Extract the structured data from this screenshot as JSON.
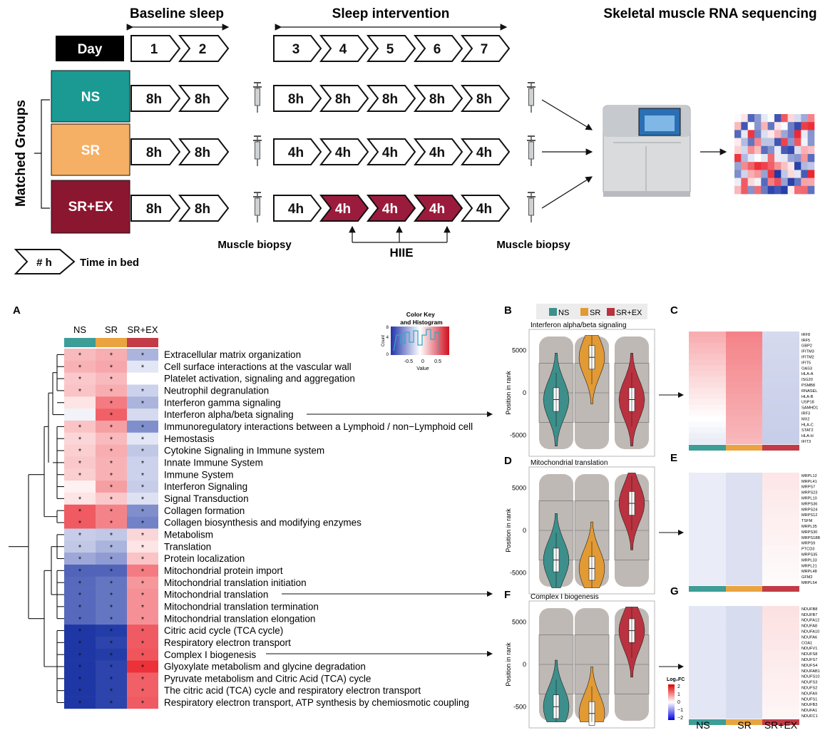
{
  "study_design": {
    "headers": {
      "baseline": "Baseline sleep",
      "intervention": "Sleep intervention",
      "sequencing": "Skeletal muscle RNA sequencing"
    },
    "day_label": "Day",
    "days_baseline": [
      "1",
      "2"
    ],
    "days_intervention": [
      "3",
      "4",
      "5",
      "6",
      "7"
    ],
    "side_label": "Matched Groups",
    "groups": [
      {
        "name": "NS",
        "color": "#1a9a93",
        "baseline": [
          "8h",
          "8h"
        ],
        "intervention": [
          "8h",
          "8h",
          "8h",
          "8h",
          "8h"
        ],
        "hiie": [
          false,
          false,
          false,
          false,
          false
        ]
      },
      {
        "name": "SR",
        "color": "#f5b065",
        "baseline": [
          "8h",
          "8h"
        ],
        "intervention": [
          "4h",
          "4h",
          "4h",
          "4h",
          "4h"
        ],
        "hiie": [
          false,
          false,
          false,
          false,
          false
        ]
      },
      {
        "name": "SR+EX",
        "color": "#8b1630",
        "baseline": [
          "8h",
          "8h"
        ],
        "intervention": [
          "4h",
          "4h",
          "4h",
          "4h",
          "4h"
        ],
        "hiie": [
          false,
          true,
          true,
          true,
          false
        ]
      }
    ],
    "biopsy_label": "Muscle biopsy",
    "hiie_label": "HIIE",
    "legend_arrow": "# h",
    "legend_text": "Time in bed"
  },
  "panel_a": {
    "letter": "A",
    "columns": [
      "NS",
      "SR",
      "SR+EX"
    ],
    "column_colors": [
      "#3d9d97",
      "#e9a441",
      "#c23b47"
    ],
    "color_key": {
      "title": "Color Key\nand Histogram",
      "ylabel": "Count",
      "xlabel": "Value",
      "ticks": [
        "-0.5",
        "0",
        "0.5"
      ]
    },
    "rows": [
      {
        "label": "Extracellular matrix organization",
        "values": [
          0.25,
          0.3,
          -0.3
        ],
        "stars": [
          true,
          true,
          true
        ]
      },
      {
        "label": "Cell surface interactions at the vascular wall",
        "values": [
          0.28,
          0.32,
          -0.1
        ],
        "stars": [
          true,
          true,
          true
        ]
      },
      {
        "label": "Platelet activation, signaling and aggregation",
        "values": [
          0.2,
          0.25,
          0.0
        ],
        "stars": [
          true,
          true,
          false
        ]
      },
      {
        "label": "Neutrophil degranulation",
        "values": [
          0.22,
          0.3,
          -0.18
        ],
        "stars": [
          true,
          true,
          true
        ]
      },
      {
        "label": "Interferon gamma signaling",
        "values": [
          0.1,
          0.48,
          -0.3
        ],
        "stars": [
          false,
          true,
          true
        ]
      },
      {
        "label": "Interferon alpha/beta signaling",
        "values": [
          -0.05,
          0.58,
          -0.15
        ],
        "stars": [
          false,
          true,
          false
        ]
      },
      {
        "label": "Immunoregulatory interactions between a Lymphoid / non−Lymphoid cell",
        "values": [
          0.22,
          0.35,
          -0.45
        ],
        "stars": [
          true,
          true,
          true
        ]
      },
      {
        "label": "Hemostasis",
        "values": [
          0.15,
          0.25,
          -0.1
        ],
        "stars": [
          true,
          true,
          true
        ]
      },
      {
        "label": "Cytokine Signaling in Immune system",
        "values": [
          0.18,
          0.3,
          -0.22
        ],
        "stars": [
          true,
          true,
          true
        ]
      },
      {
        "label": "Innate Immune System",
        "values": [
          0.2,
          0.28,
          -0.18
        ],
        "stars": [
          true,
          true,
          true
        ]
      },
      {
        "label": "Immune System",
        "values": [
          0.18,
          0.28,
          -0.18
        ],
        "stars": [
          true,
          true,
          true
        ]
      },
      {
        "label": "Interferon Signaling",
        "values": [
          0.05,
          0.35,
          -0.2
        ],
        "stars": [
          false,
          true,
          true
        ]
      },
      {
        "label": "Signal Transduction",
        "values": [
          0.1,
          0.2,
          -0.12
        ],
        "stars": [
          true,
          true,
          true
        ]
      },
      {
        "label": "Collagen formation",
        "values": [
          0.6,
          0.45,
          -0.45
        ],
        "stars": [
          true,
          true,
          true
        ]
      },
      {
        "label": "Collagen biosynthesis and modifying enzymes",
        "values": [
          0.6,
          0.45,
          -0.5
        ],
        "stars": [
          true,
          true,
          true
        ]
      },
      {
        "label": "Metabolism",
        "values": [
          -0.2,
          -0.22,
          0.15
        ],
        "stars": [
          true,
          true,
          true
        ]
      },
      {
        "label": "Translation",
        "values": [
          -0.22,
          -0.3,
          0.1
        ],
        "stars": [
          true,
          true,
          true
        ]
      },
      {
        "label": "Protein localization",
        "values": [
          -0.35,
          -0.4,
          0.22
        ],
        "stars": [
          true,
          true,
          true
        ]
      },
      {
        "label": "Mitochondrial protein import",
        "values": [
          -0.62,
          -0.62,
          0.48
        ],
        "stars": [
          true,
          true,
          true
        ]
      },
      {
        "label": "Mitochondrial translation initiation",
        "values": [
          -0.6,
          -0.55,
          0.38
        ],
        "stars": [
          true,
          true,
          true
        ]
      },
      {
        "label": "Mitochondrial translation",
        "values": [
          -0.6,
          -0.55,
          0.4
        ],
        "stars": [
          true,
          true,
          true
        ]
      },
      {
        "label": "Mitochondrial translation termination",
        "values": [
          -0.6,
          -0.55,
          0.4
        ],
        "stars": [
          true,
          true,
          true
        ]
      },
      {
        "label": "Mitochondrial translation elongation",
        "values": [
          -0.6,
          -0.55,
          0.4
        ],
        "stars": [
          true,
          true,
          true
        ]
      },
      {
        "label": "Citric acid cycle (TCA cycle)",
        "values": [
          -0.85,
          -0.78,
          0.6
        ],
        "stars": [
          true,
          true,
          true
        ]
      },
      {
        "label": "Respiratory electron transport",
        "values": [
          -0.82,
          -0.75,
          0.6
        ],
        "stars": [
          true,
          true,
          true
        ]
      },
      {
        "label": "Complex I biogenesis",
        "values": [
          -0.85,
          -0.78,
          0.62
        ],
        "stars": [
          true,
          true,
          true
        ]
      },
      {
        "label": "Glyoxylate metabolism and glycine degradation",
        "values": [
          -0.82,
          -0.75,
          0.75
        ],
        "stars": [
          true,
          true,
          true
        ]
      },
      {
        "label": "Pyruvate metabolism and Citric Acid (TCA) cycle",
        "values": [
          -0.82,
          -0.75,
          0.58
        ],
        "stars": [
          true,
          true,
          true
        ]
      },
      {
        "label": "The citric acid (TCA) cycle and respiratory electron transport",
        "values": [
          -0.82,
          -0.75,
          0.58
        ],
        "stars": [
          true,
          true,
          true
        ]
      },
      {
        "label": "Respiratory electron transport, ATP synthesis by chemiosmotic coupling",
        "values": [
          -0.82,
          -0.75,
          0.6
        ],
        "stars": [
          true,
          true,
          true
        ]
      }
    ]
  },
  "violin_panels": {
    "legend": [
      {
        "name": "NS",
        "color": "#3d8f8b"
      },
      {
        "name": "SR",
        "color": "#e29a34"
      },
      {
        "name": "SR+EX",
        "color": "#ba323f"
      }
    ],
    "ylabel": "Position in rank",
    "panels": [
      {
        "letter": "B",
        "title": "Interferon alpha/beta signaling",
        "ticks": [
          "5000",
          "0",
          "-5000"
        ],
        "medians": [
          -800,
          4200,
          -800
        ]
      },
      {
        "letter": "D",
        "title": "Mitochondrial translation",
        "ticks": [
          "5000",
          "0",
          "-5000"
        ],
        "medians": [
          -3500,
          -4500,
          3200
        ]
      },
      {
        "letter": "F",
        "title": "Complex I biogenesis",
        "ticks": [
          "5000",
          "0",
          "-500"
        ],
        "medians": [
          -5000,
          -5800,
          4000
        ]
      }
    ]
  },
  "gene_panels": {
    "column_labels": [
      "NS",
      "SR",
      "SR+EX"
    ],
    "column_colors": [
      "#3d9d97",
      "#e9a441",
      "#c23b47"
    ],
    "lfc_title": "Log₂FC",
    "lfc_ticks": [
      "2",
      "1",
      "0",
      "−1",
      "−2"
    ],
    "panels": [
      {
        "letter": "C",
        "genes": [
          "IRF8",
          "IRF5",
          "GBP2",
          "IFITM3",
          "IFITM2",
          "IFIT5",
          "OAS3",
          "HLA-A",
          "ISG20",
          "PSMB8",
          "RNASEL",
          "HLA-B",
          "USP18",
          "SAMHD1",
          "IRF3",
          "MX2",
          "HLA-C",
          "STAT2",
          "HLA-H",
          "IFIT3"
        ]
      },
      {
        "letter": "E",
        "genes": [
          "MRPL12",
          "MRPL41",
          "MRPS7",
          "MRPS23",
          "MRPL10",
          "MRPS36",
          "MRPS24",
          "MRPS12",
          "TSFM",
          "MRPL35",
          "MRPS30",
          "MRPS18B",
          "MRPS9",
          "PTCD3",
          "MRPS35",
          "MRPL33",
          "MRPL21",
          "MRPL48",
          "GFM2",
          "MRPL54"
        ]
      },
      {
        "letter": "G",
        "genes": [
          "NDUFB8",
          "NDUFB7",
          "NDUFA12",
          "NDUFA8",
          "NDUFA10",
          "NDUFA6",
          "COA1",
          "NDUFV1",
          "NDUFS8",
          "NDUFS7",
          "NDUFS4",
          "NDUFAB1",
          "NDUFS10",
          "NDUFS3",
          "NDUFS2",
          "NDUFA9",
          "NDUFS1",
          "NDUFB3",
          "NDUFA1",
          "NDUFC1"
        ]
      }
    ]
  }
}
